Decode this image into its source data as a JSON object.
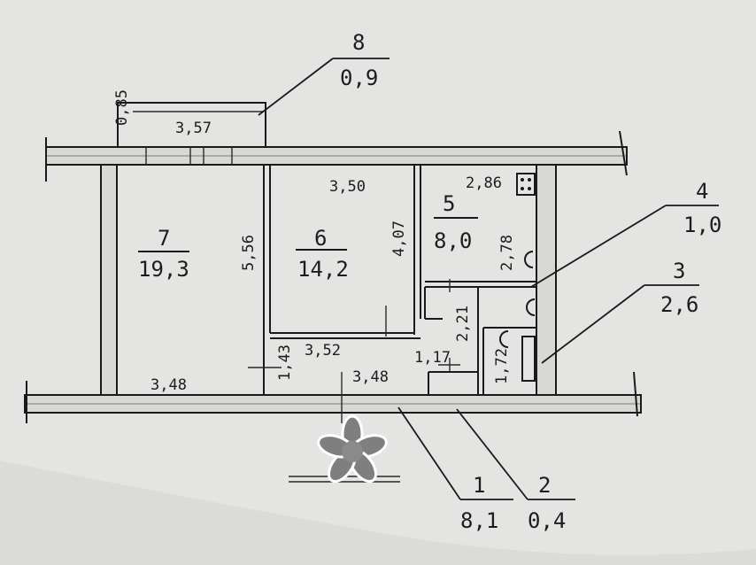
{
  "rooms": {
    "r7": {
      "number": "7",
      "area": "19,3"
    },
    "r6": {
      "number": "6",
      "area": "14,2"
    },
    "r5": {
      "number": "5",
      "area": "8,0"
    }
  },
  "callouts": {
    "c8": {
      "number": "8",
      "area": "0,9"
    },
    "c4": {
      "number": "4",
      "area": "1,0"
    },
    "c3": {
      "number": "3",
      "area": "2,6"
    },
    "c1": {
      "number": "1",
      "area": "8,1"
    },
    "c2": {
      "number": "2",
      "area": "0,4"
    }
  },
  "dimensions": {
    "balcony_depth": "0,85",
    "balcony_width": "3,57",
    "room7_height": "5,56",
    "room6_width": "3,50",
    "room6_height": "4,07",
    "kitchen_width": "2,86",
    "kitchen_height": "2,78",
    "bath_height": "2,21",
    "bath_width": "1,72",
    "hall_width": "3,52",
    "hall_depth": "1,43",
    "room7_bottom": "3,48",
    "hall_bottom": "3,48",
    "wc_width": "1,17"
  },
  "colors": {
    "paper": "#e4e4e2",
    "ink": "#1a1a1a",
    "wall_fill": "#d8d8d4"
  },
  "icons": {
    "entrance": "entrance-asterisk-icon"
  }
}
